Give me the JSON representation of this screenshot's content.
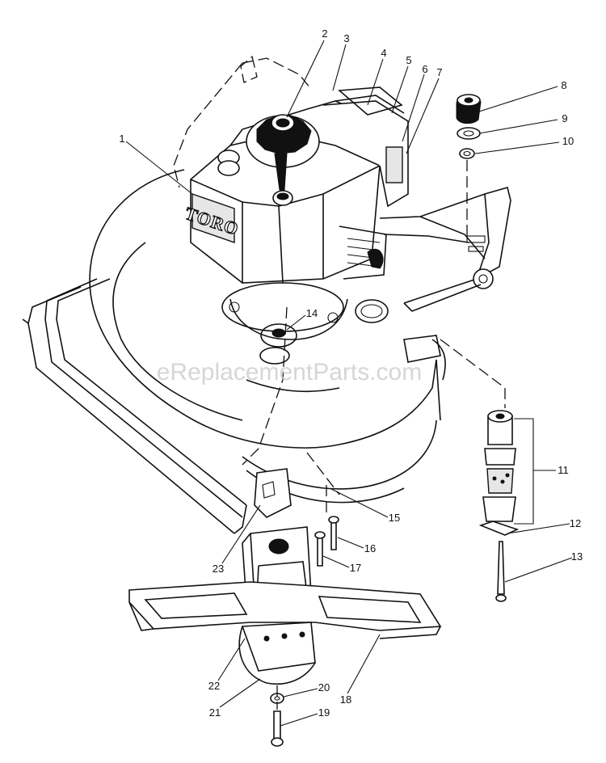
{
  "watermark": "eReplacementParts.com",
  "brand_logo": "TORO",
  "callouts": [
    {
      "id": "1",
      "label": "1"
    },
    {
      "id": "2",
      "label": "2"
    },
    {
      "id": "3",
      "label": "3"
    },
    {
      "id": "4",
      "label": "4"
    },
    {
      "id": "5",
      "label": "5"
    },
    {
      "id": "6",
      "label": "6"
    },
    {
      "id": "7",
      "label": "7"
    },
    {
      "id": "8",
      "label": "8"
    },
    {
      "id": "9",
      "label": "9"
    },
    {
      "id": "10",
      "label": "10"
    },
    {
      "id": "11",
      "label": "11"
    },
    {
      "id": "12",
      "label": "12"
    },
    {
      "id": "13",
      "label": "13"
    },
    {
      "id": "14",
      "label": "14"
    },
    {
      "id": "15",
      "label": "15"
    },
    {
      "id": "16",
      "label": "16"
    },
    {
      "id": "17",
      "label": "17"
    },
    {
      "id": "18",
      "label": "18"
    },
    {
      "id": "19",
      "label": "19"
    },
    {
      "id": "20",
      "label": "20"
    },
    {
      "id": "21",
      "label": "21"
    },
    {
      "id": "22",
      "label": "22"
    },
    {
      "id": "23",
      "label": "23"
    }
  ]
}
